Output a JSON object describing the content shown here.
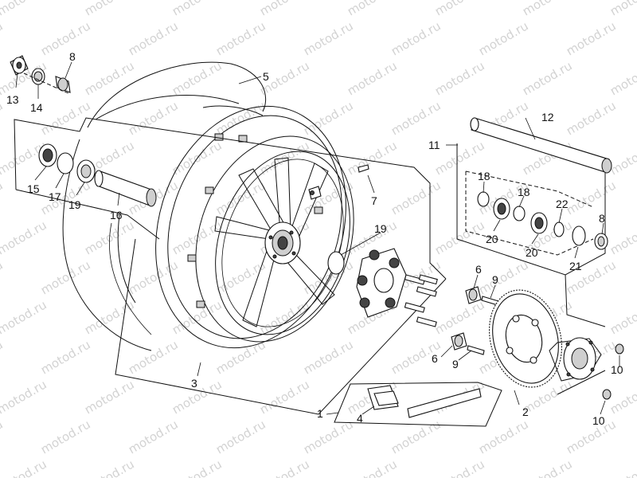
{
  "watermark": "motod.ru",
  "callouts": [
    {
      "id": "c13",
      "text": "13"
    },
    {
      "id": "c14",
      "text": "14"
    },
    {
      "id": "c8a",
      "text": "8"
    },
    {
      "id": "c5",
      "text": "5"
    },
    {
      "id": "c15",
      "text": "15"
    },
    {
      "id": "c17",
      "text": "17"
    },
    {
      "id": "c19a",
      "text": "19"
    },
    {
      "id": "c16",
      "text": "16"
    },
    {
      "id": "c7",
      "text": "7"
    },
    {
      "id": "c19b",
      "text": "19"
    },
    {
      "id": "c12",
      "text": "12"
    },
    {
      "id": "c11",
      "text": "11"
    },
    {
      "id": "c18a",
      "text": "18"
    },
    {
      "id": "c18b",
      "text": "18"
    },
    {
      "id": "c22",
      "text": "22"
    },
    {
      "id": "c8b",
      "text": "8"
    },
    {
      "id": "c20a",
      "text": "20"
    },
    {
      "id": "c20b",
      "text": "20"
    },
    {
      "id": "c21",
      "text": "21"
    },
    {
      "id": "c6a",
      "text": "6"
    },
    {
      "id": "c9a",
      "text": "9"
    },
    {
      "id": "c6b",
      "text": "6"
    },
    {
      "id": "c9b",
      "text": "9"
    },
    {
      "id": "c10a",
      "text": "10"
    },
    {
      "id": "c10b",
      "text": "10"
    },
    {
      "id": "c3",
      "text": "3"
    },
    {
      "id": "c2",
      "text": "2"
    },
    {
      "id": "c1",
      "text": "1"
    },
    {
      "id": "c4",
      "text": "4"
    }
  ]
}
